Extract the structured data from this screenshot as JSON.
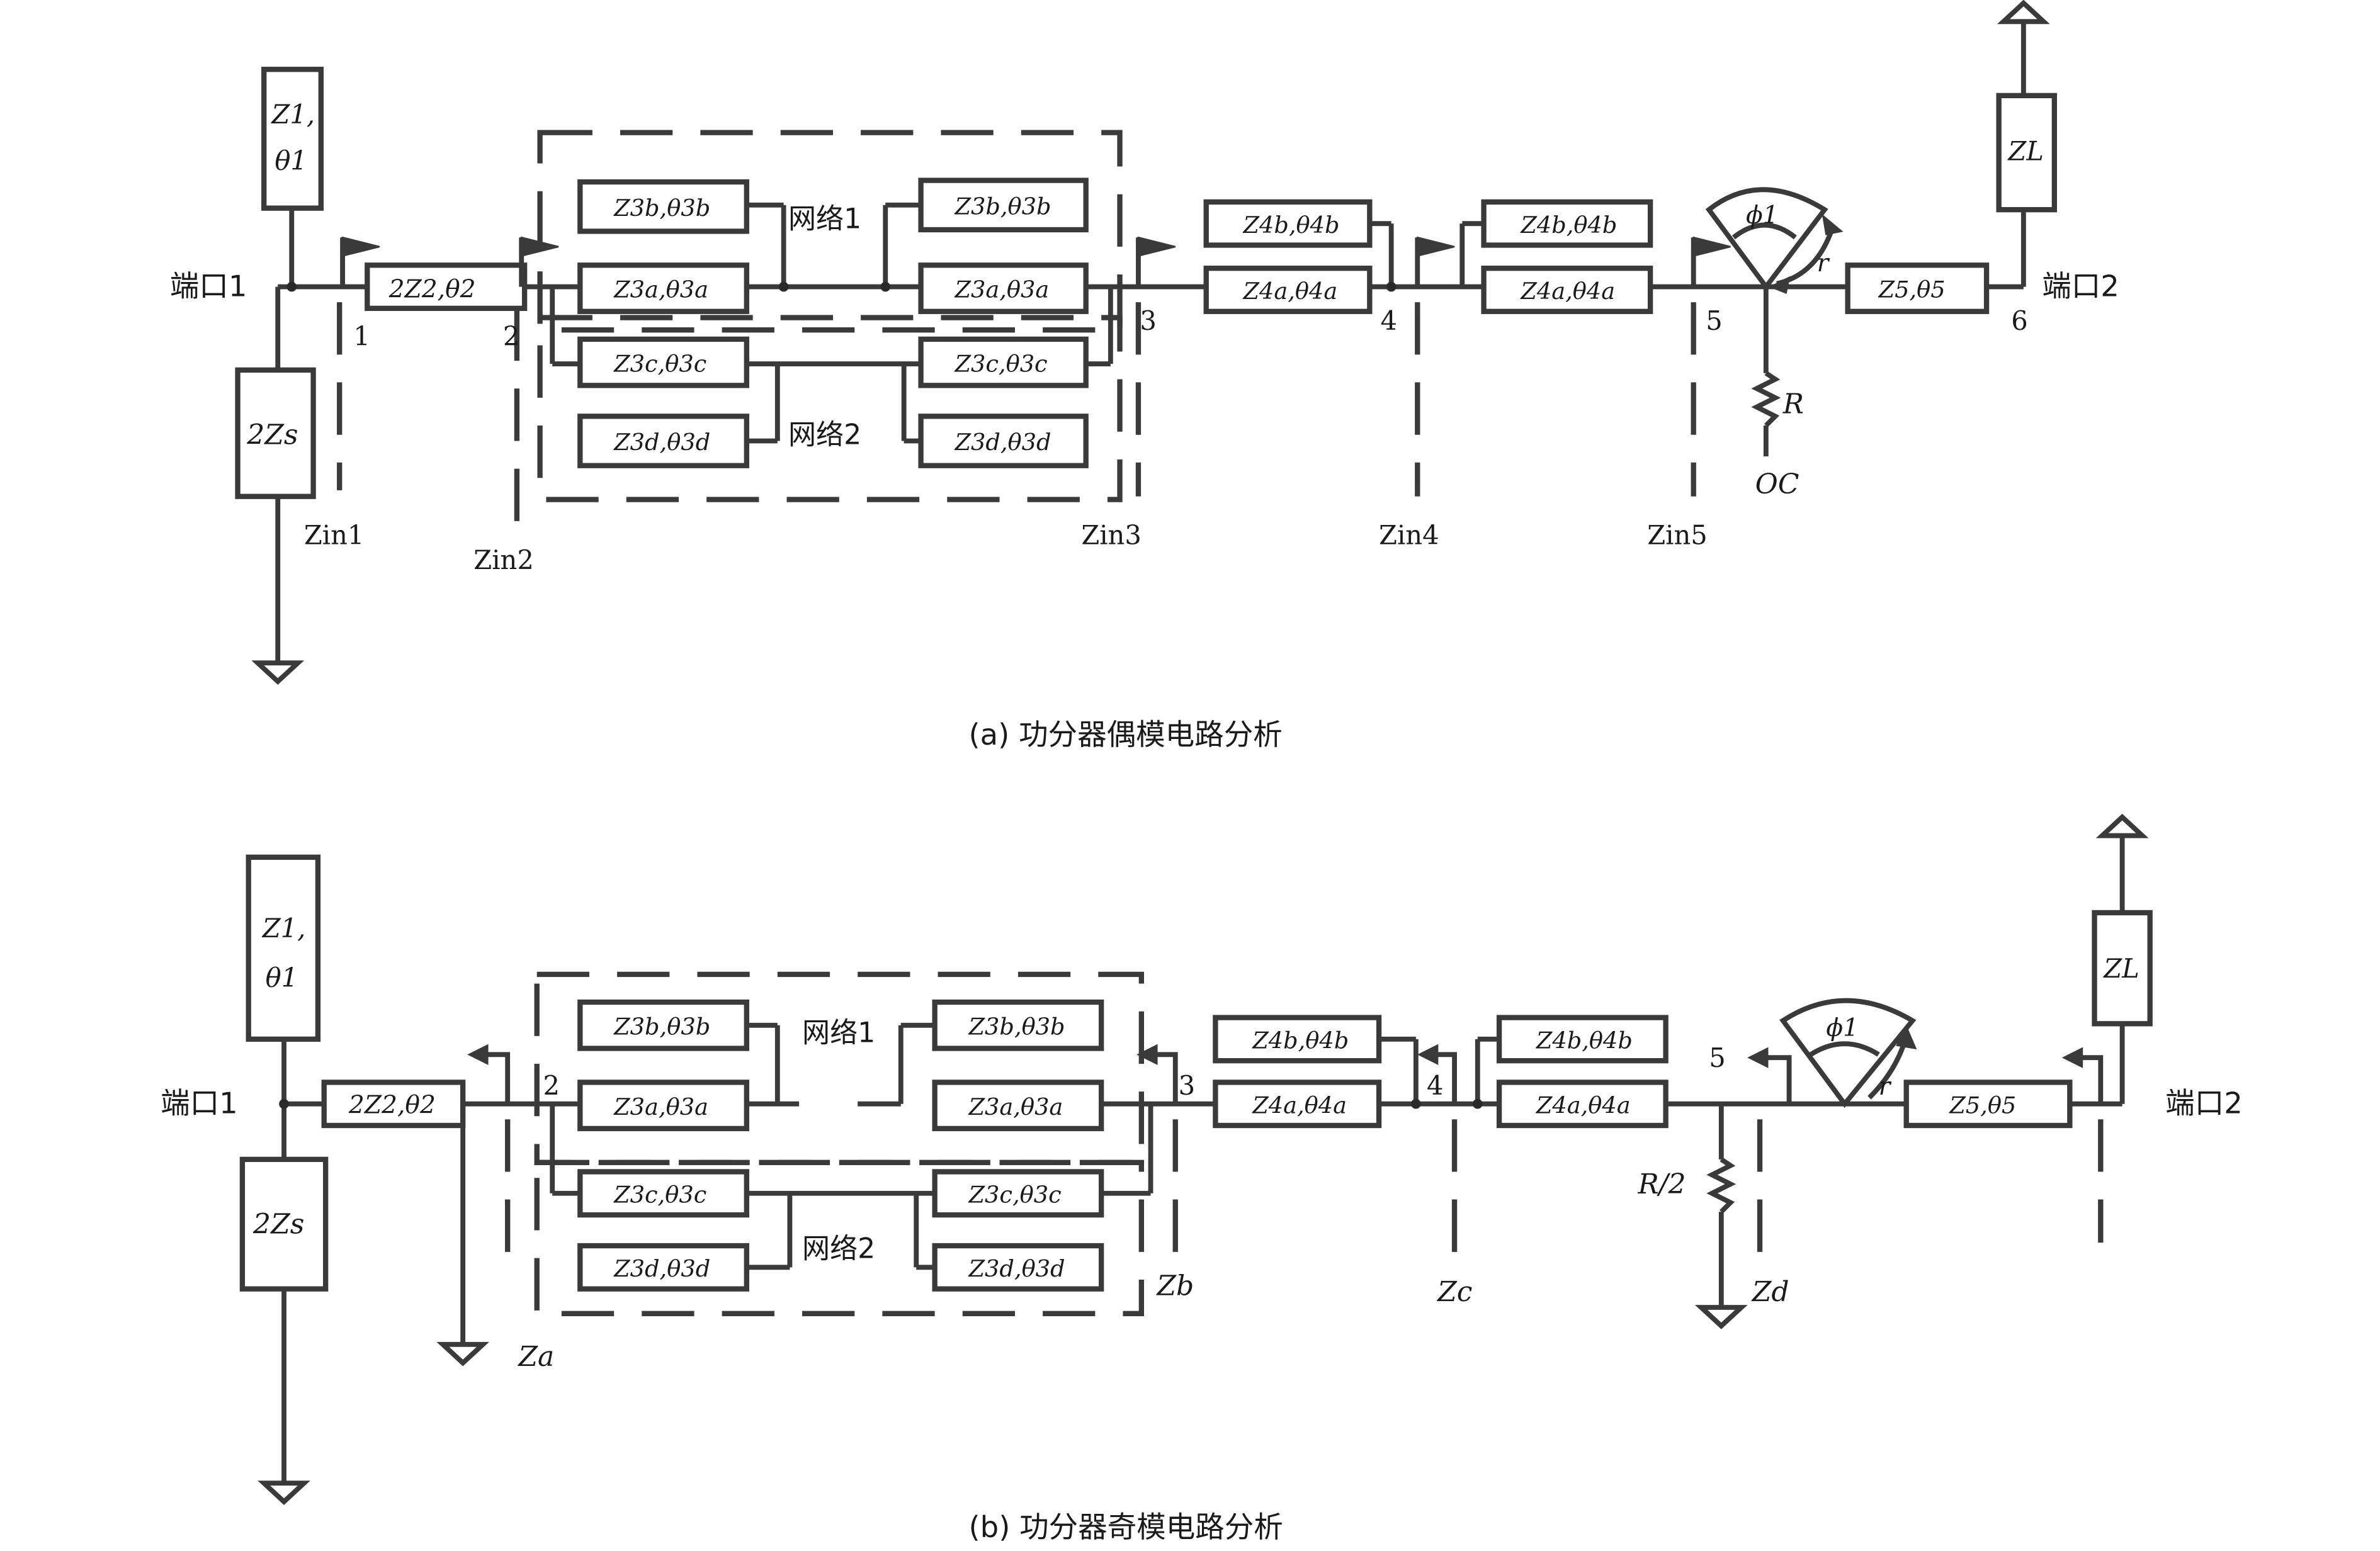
{
  "caption_a": "(a) 功分器偶模电路分析",
  "caption_b": "(b) 功分器奇模电路分析",
  "port1": "端口1",
  "port2": "端口2",
  "network1": "网络1",
  "network2": "网络2",
  "z1": "Z1,",
  "theta1": "θ1",
  "zs": "2Zs",
  "z2": "2Z2,θ2",
  "z3b": "Z3b,θ3b",
  "z3a": "Z3a,θ3a",
  "z3c": "Z3c,θ3c",
  "z3d": "Z3d,θ3d",
  "z4b": "Z4b,θ4b",
  "z4a": "Z4a,θ4a",
  "z5": "Z5,θ5",
  "zl": "ZL",
  "phi1": "ϕ1",
  "r": "r",
  "R": "R",
  "R2": "R/2",
  "oc": "OC",
  "node1": "1",
  "node2": "2",
  "node3": "3",
  "node4": "4",
  "node5": "5",
  "node6": "6",
  "zin1": "Zin1",
  "zin2": "Zin2",
  "zin3": "Zin3",
  "zin4": "Zin4",
  "zin5": "Zin5",
  "za": "Za",
  "zb": "Zb",
  "zc": "Zc",
  "zd": "Zd"
}
